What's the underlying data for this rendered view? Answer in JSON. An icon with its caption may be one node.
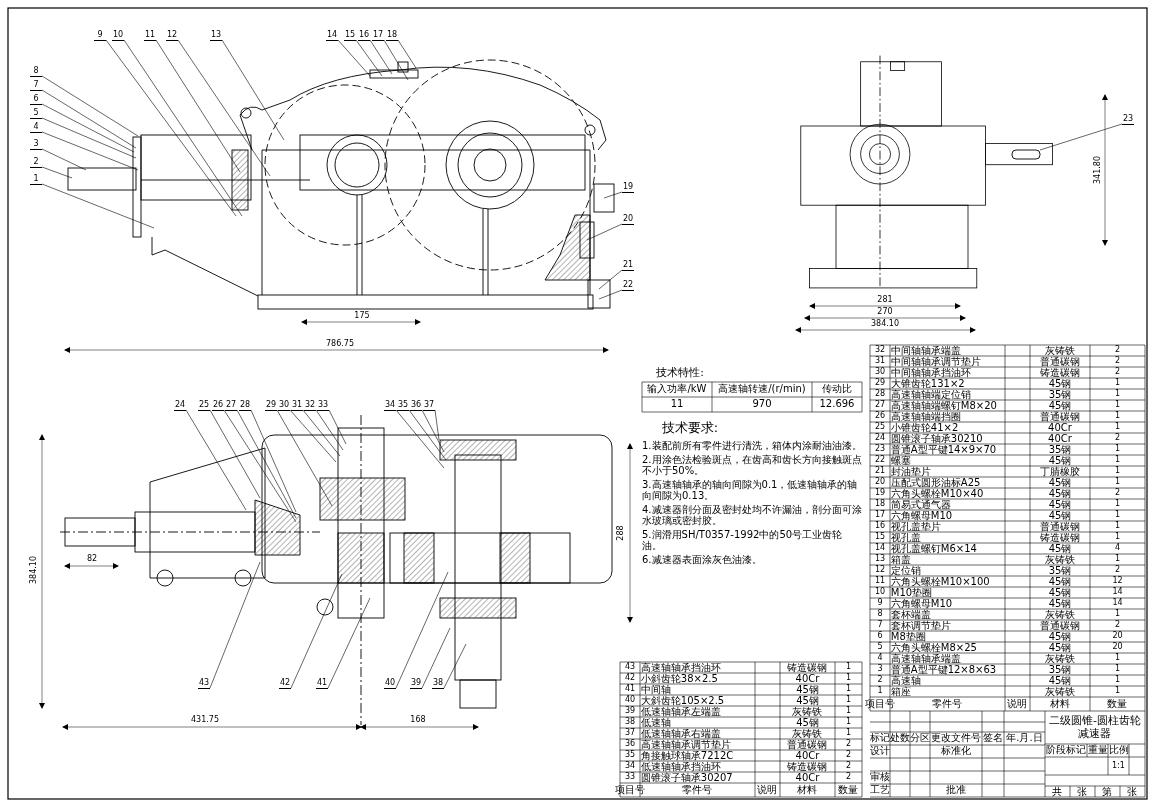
{
  "diagram": {
    "nodes": [
      {
        "text": [
          "1"
        ]
      },
      {
        "text": [
          "2"
        ]
      },
      {
        "text": [
          "3"
        ]
      },
      {
        "text": [
          "4"
        ]
      },
      {
        "text": [
          "5"
        ]
      },
      {
        "text": [
          "6"
        ]
      },
      {
        "text": [
          "7"
        ]
      },
      {
        "text": [
          "8"
        ]
      },
      {
        "text": [
          "9"
        ]
      },
      {
        "text": [
          "10"
        ]
      },
      {
        "text": [
          "11"
        ]
      },
      {
        "text": [
          "12"
        ]
      },
      {
        "text": [
          "13"
        ]
      },
      {
        "text": [
          "14"
        ]
      },
      {
        "text": [
          "15"
        ]
      },
      {
        "text": [
          "16"
        ]
      },
      {
        "text": [
          "17"
        ]
      },
      {
        "text": [
          "18"
        ]
      },
      {
        "text": [
          "19"
        ]
      },
      {
        "text": [
          "20"
        ]
      },
      {
        "text": [
          "21"
        ]
      },
      {
        "text": [
          "22"
        ]
      },
      {
        "text": [
          "23"
        ]
      },
      {
        "text": [
          "24"
        ]
      },
      {
        "text": [
          "25"
        ]
      },
      {
        "text": [
          "26"
        ]
      },
      {
        "text": [
          "27"
        ]
      },
      {
        "text": [
          "28"
        ]
      },
      {
        "text": [
          "29"
        ]
      },
      {
        "text": [
          "30"
        ]
      },
      {
        "text": [
          "31"
        ]
      },
      {
        "text": [
          "32"
        ]
      },
      {
        "text": [
          "33"
        ]
      },
      {
        "text": [
          "34"
        ]
      },
      {
        "text": [
          "35"
        ]
      },
      {
        "text": [
          "36"
        ]
      },
      {
        "text": [
          "37"
        ]
      },
      {
        "text": [
          "38"
        ]
      },
      {
        "text": [
          "39"
        ]
      },
      {
        "text": [
          "40"
        ]
      },
      {
        "text": [
          "41"
        ]
      },
      {
        "text": [
          "42"
        ]
      },
      {
        "text": [
          "43"
        ]
      },
      {
        "text": [],
        "shape": "bar"
      }
    ],
    "edges": [
      {
        "from": 0,
        "to": null,
        "arrow": "none"
      },
      {
        "from": 1,
        "to": null,
        "arrow": "none"
      },
      {
        "from": 2,
        "to": null,
        "arrow": "none"
      },
      {
        "from": 3,
        "to": null,
        "arrow": "none"
      },
      {
        "from": 4,
        "to": null,
        "arrow": "none"
      },
      {
        "from": 5,
        "to": null,
        "arrow": "none"
      },
      {
        "from": 6,
        "to": null,
        "arrow": "none"
      },
      {
        "from": 7,
        "to": null,
        "arrow": "none"
      },
      {
        "from": 8,
        "to": null,
        "arrow": "none"
      },
      {
        "from": 9,
        "to": null,
        "arrow": "none"
      },
      {
        "from": 10,
        "to": null,
        "arrow": "none"
      },
      {
        "from": 11,
        "to": null,
        "arrow": "none"
      },
      {
        "from": 12,
        "to": null,
        "arrow": "none"
      },
      {
        "from": 13,
        "to": null,
        "arrow": "none"
      },
      {
        "from": 14,
        "to": null,
        "arrow": "none"
      },
      {
        "from": 15,
        "to": null,
        "arrow": "none"
      },
      {
        "from": 16,
        "to": null,
        "arrow": "none"
      },
      {
        "from": 17,
        "to": null,
        "arrow": "none"
      },
      {
        "from": 18,
        "to": null,
        "arrow": "none"
      },
      {
        "from": 19,
        "to": null,
        "arrow": "none"
      },
      {
        "from": 20,
        "to": null,
        "arrow": "none"
      },
      {
        "from": 21,
        "to": null,
        "arrow": "none"
      },
      {
        "from": 22,
        "to": 43,
        "arrow": "none"
      },
      {
        "from": 23,
        "to": null,
        "arrow": "none"
      },
      {
        "from": 24,
        "to": null,
        "arrow": "none"
      },
      {
        "from": 25,
        "to": null,
        "arrow": "none"
      },
      {
        "from": 26,
        "to": null,
        "arrow": "none"
      },
      {
        "from": 27,
        "to": null,
        "arrow": "none"
      },
      {
        "from": 28,
        "to": null,
        "arrow": "none"
      },
      {
        "from": 29,
        "to": null,
        "arrow": "none"
      },
      {
        "from": 30,
        "to": null,
        "arrow": "none"
      },
      {
        "from": 31,
        "to": null,
        "arrow": "none"
      },
      {
        "from": 32,
        "to": null,
        "arrow": "none"
      },
      {
        "from": 33,
        "to": null,
        "arrow": "none"
      },
      {
        "from": 34,
        "to": null,
        "arrow": "none"
      },
      {
        "from": 35,
        "to": null,
        "arrow": "none"
      },
      {
        "from": 36,
        "to": null,
        "arrow": "none"
      },
      {
        "from": 37,
        "to": null,
        "arrow": "none"
      },
      {
        "from": 38,
        "to": null,
        "arrow": "none"
      },
      {
        "from": 39,
        "to": null,
        "arrow": "none"
      },
      {
        "from": 40,
        "to": null,
        "arrow": "none"
      },
      {
        "from": 41,
        "to": null,
        "arrow": "none"
      },
      {
        "from": 42,
        "to": null,
        "arrow": "none"
      }
    ],
    "labels": [
      "175",
      "786.75",
      "341.80",
      "281",
      "270",
      "384.10",
      "384.10",
      "82",
      "431.75",
      "168",
      "288",
      "技术特性:",
      "输入功率/kW",
      "高速轴转速/(r/min)",
      "传动比",
      "11",
      "970",
      "12.696",
      "技术要求:",
      "1.装配前所有零件进行清洗，箱体内涂耐油油漆。",
      "2.用涂色法检验斑点，在齿高和齿长方向接触斑点不小于50%。",
      "3.高速轴轴承的轴向间隙为0.1，低速轴轴承的轴向间隙为0.13。",
      "4.减速器剖分面及密封处均不许漏油，剖分面可涂水玻璃或密封胶。",
      "5.润滑用SH/T0357-1992中的50号工业齿轮油。",
      "6.减速器表面涂灰色油漆。",
      "32",
      "中间轴轴承端盖",
      "灰铸铁",
      "2",
      "31",
      "中间轴轴承调节垫片",
      "普通碳钢",
      "2",
      "30",
      "中间轴轴承挡油环",
      "铸造碳钢",
      "2",
      "29",
      "大锥齿轮131×2",
      "45钢",
      "1",
      "28",
      "高速轴轴端定位销",
      "35钢",
      "1",
      "27",
      "高速轴轴端螺钉M8×20",
      "45钢",
      "1",
      "26",
      "高速轴轴端挡圈",
      "普通碳钢",
      "1",
      "25",
      "小锥齿轮41×2",
      "40Cr",
      "1",
      "24",
      "圆锥滚子轴承30210",
      "40Cr",
      "2",
      "23",
      "普通A型平键14×9×70",
      "35钢",
      "1",
      "22",
      "螺塞",
      "45钢",
      "1",
      "21",
      "封油垫片",
      "丁腈橡胶",
      "1",
      "20",
      "压配式圆形油标A25",
      "45钢",
      "1",
      "19",
      "六角头螺栓M10×40",
      "45钢",
      "2",
      "18",
      "简易式通气器",
      "45钢",
      "1",
      "17",
      "六角螺母M10",
      "45钢",
      "1",
      "16",
      "视孔盖垫片",
      "普通碳钢",
      "1",
      "15",
      "视孔盖",
      "铸造碳钢",
      "1",
      "14",
      "视孔盖螺钉M6×14",
      "45钢",
      "4",
      "13",
      "箱盖",
      "灰铸铁",
      "1",
      "12",
      "定位销",
      "35钢",
      "2",
      "11",
      "六角头螺栓M10×100",
      "45钢",
      "12",
      "10",
      "M10垫圈",
      "45钢",
      "14",
      "9",
      "六角螺母M10",
      "45钢",
      "14",
      "8",
      "套杯端盖",
      "灰铸铁",
      "1",
      "7",
      "套杯调节垫片",
      "普通碳钢",
      "2",
      "6",
      "M8垫圈",
      "45钢",
      "20",
      "5",
      "六角头螺栓M8×25",
      "45钢",
      "20",
      "4",
      "高速轴轴承端盖",
      "灰铸铁",
      "1",
      "3",
      "普通A型平键12×8×63",
      "35钢",
      "1",
      "2",
      "高速轴",
      "45钢",
      "1",
      "1",
      "箱座",
      "灰铸铁",
      "1",
      "项目号",
      "零件号",
      "说明",
      "材料",
      "数量",
      "43",
      "高速轴轴承挡油环",
      "铸造碳钢",
      "1",
      "42",
      "小斜齿轮38×2.5",
      "40Cr",
      "1",
      "41",
      "中间轴",
      "45钢",
      "1",
      "40",
      "大斜齿轮105×2.5",
      "45钢",
      "1",
      "39",
      "低速轴轴承左端盖",
      "灰铸铁",
      "1",
      "38",
      "低速轴",
      "45钢",
      "1",
      "37",
      "低速轴轴承右端盖",
      "灰铸铁",
      "1",
      "36",
      "高速轴轴承调节垫片",
      "普通碳钢",
      "2",
      "35",
      "角接触球轴承7212C",
      "40Cr",
      "2",
      "34",
      "低速轴轴承挡油环",
      "铸造碳钢",
      "2",
      "33",
      "圆锥滚子轴承30207",
      "40Cr",
      "2",
      "项目号",
      "零件号",
      "说明",
      "材料",
      "数量",
      "标记",
      "处数",
      "分区",
      "更改文件号",
      "签名",
      "年.月.日",
      "设计",
      "标准化",
      "阶段标记",
      "重量",
      "比例",
      "1:1",
      "审核",
      "工艺",
      "批准",
      "共",
      "张",
      "第",
      "张",
      "二级圆锥-圆柱齿轮减速器"
    ]
  }
}
